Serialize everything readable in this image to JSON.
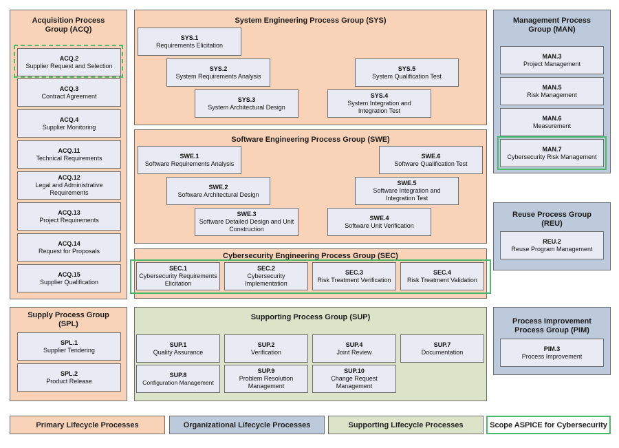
{
  "groups": {
    "acq": "Acquisition Process\nGroup (ACQ)",
    "sys": "System Engineering Process Group (SYS)",
    "swe": "Software Engineering Process Group (SWE)",
    "sec": "Cybersecurity Engineering Process Group (SEC)",
    "man": "Management Process\nGroup (MAN)",
    "reu": "Reuse Process Group\n(REU)",
    "spl": "Supply Process Group\n(SPL)",
    "sup": "Supporting Process Group (SUP)",
    "pim": "Process Improvement\nProcess Group (PIM)"
  },
  "processes": {
    "acq2": {
      "id": "ACQ.2",
      "name": "Supplier Request and Selection"
    },
    "acq3": {
      "id": "ACQ.3",
      "name": "Contract Agreement"
    },
    "acq4": {
      "id": "ACQ.4",
      "name": "Supplier Monitoring"
    },
    "acq11": {
      "id": "ACQ.11",
      "name": "Technical Requirements"
    },
    "acq12": {
      "id": "ACQ.12",
      "name": "Legal and Administrative Requirements"
    },
    "acq13": {
      "id": "ACQ.13",
      "name": "Project Requirements"
    },
    "acq14": {
      "id": "ACQ.14",
      "name": "Request for Proposals"
    },
    "acq15": {
      "id": "ACQ.15",
      "name": "Supplier Qualification"
    },
    "sys1": {
      "id": "SYS.1",
      "name": "Requirements Elicitation"
    },
    "sys2": {
      "id": "SYS.2",
      "name": "System Requirements Analysis"
    },
    "sys3": {
      "id": "SYS.3",
      "name": "System Architectural Design"
    },
    "sys4": {
      "id": "SYS.4",
      "name": "System Integration and Integration Test"
    },
    "sys5": {
      "id": "SYS.5",
      "name": "System Qualification Test"
    },
    "swe1": {
      "id": "SWE.1",
      "name": "Software Requirements Analysis"
    },
    "swe2": {
      "id": "SWE.2",
      "name": "Software Architectural Design"
    },
    "swe3": {
      "id": "SWE.3",
      "name": "Software Detailed Design and Unit Construction"
    },
    "swe4": {
      "id": "SWE.4",
      "name": "Software Unit Verification"
    },
    "swe5": {
      "id": "SWE.5",
      "name": "Software Integration and Integration Test"
    },
    "swe6": {
      "id": "SWE.6",
      "name": "Software Qualification Test"
    },
    "sec1": {
      "id": "SEC.1",
      "name": "Cybersecurity Requirements Elicitation"
    },
    "sec2": {
      "id": "SEC.2",
      "name": "Cybersecurity Implementation"
    },
    "sec3": {
      "id": "SEC.3",
      "name": "Risk Treatment Verification"
    },
    "sec4": {
      "id": "SEC.4",
      "name": "Risk Treatment Validation"
    },
    "man3": {
      "id": "MAN.3",
      "name": "Project Management"
    },
    "man5": {
      "id": "MAN.5",
      "name": "Risk Management"
    },
    "man6": {
      "id": "MAN.6",
      "name": "Measurement"
    },
    "man7": {
      "id": "MAN.7",
      "name": "Cybersecurity Risk Management"
    },
    "reu2": {
      "id": "REU.2",
      "name": "Reuse Program Management"
    },
    "spl1": {
      "id": "SPL.1",
      "name": "Supplier Tendering"
    },
    "spl2": {
      "id": "SPL.2",
      "name": "Product Release"
    },
    "sup1": {
      "id": "SUP.1",
      "name": "Quality Assurance"
    },
    "sup2": {
      "id": "SUP.2",
      "name": "Verification"
    },
    "sup4": {
      "id": "SUP.4",
      "name": "Joint Review"
    },
    "sup7": {
      "id": "SUP.7",
      "name": "Documentation"
    },
    "sup8": {
      "id": "SUP.8",
      "name": "Configuration Management"
    },
    "sup9": {
      "id": "SUP.9",
      "name": "Problem Resolution Management"
    },
    "sup10": {
      "id": "SUP.10",
      "name": "Change Request Management"
    },
    "pim3": {
      "id": "PIM.3",
      "name": "Process Improvement"
    }
  },
  "legend": {
    "primary": "Primary Lifecycle Processes",
    "organizational": "Organizational Lifecycle Processes",
    "supporting": "Supporting Lifecycle Processes",
    "scope": "Scope ASPICE for Cybersecurity"
  },
  "colors": {
    "primary": "#f9d3b8",
    "organizational": "#bccadb",
    "supporting": "#dbe3c8",
    "process_box": "#e8ebf3",
    "scope_green": "#49b96a"
  }
}
